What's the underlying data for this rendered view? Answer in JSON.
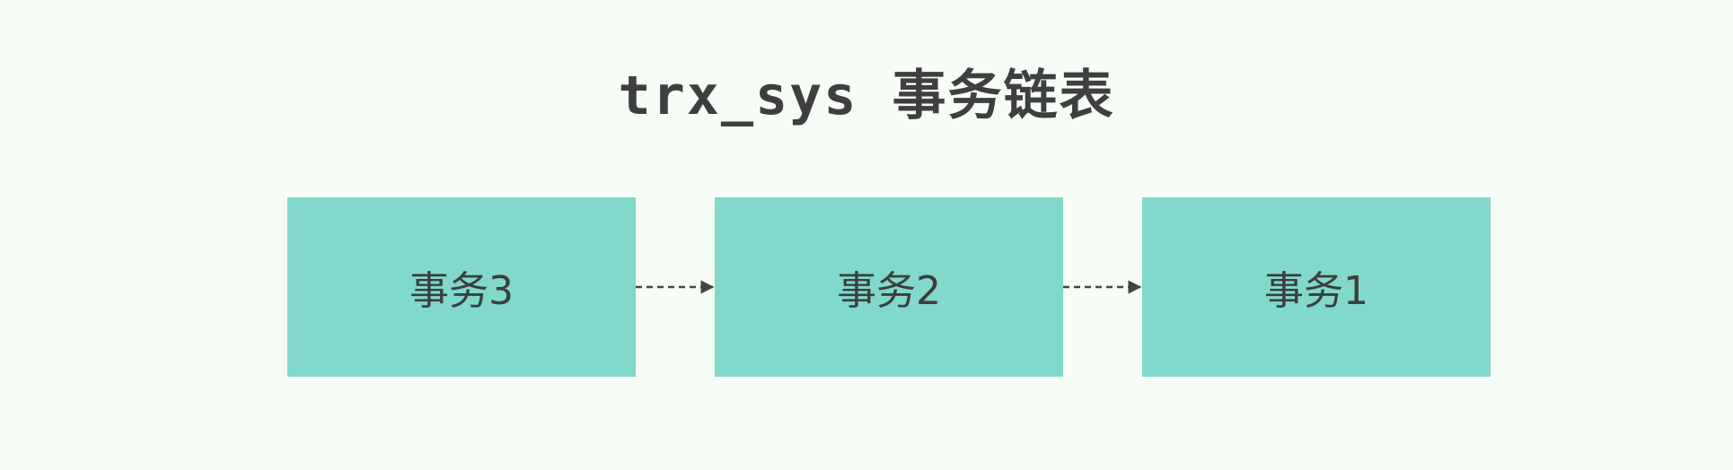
{
  "title": "trx_sys 事务链表",
  "nodes": [
    {
      "label": "事务3"
    },
    {
      "label": "事务2"
    },
    {
      "label": "事务1"
    }
  ],
  "edges": [
    {
      "from": "事务3",
      "to": "事务2",
      "style": "dashed"
    },
    {
      "from": "事务2",
      "to": "事务1",
      "style": "dashed"
    }
  ],
  "colors": {
    "background": "#f6fdf6",
    "node_fill": "#80d9cb",
    "text": "#3d3d3d",
    "arrow": "#444444"
  }
}
